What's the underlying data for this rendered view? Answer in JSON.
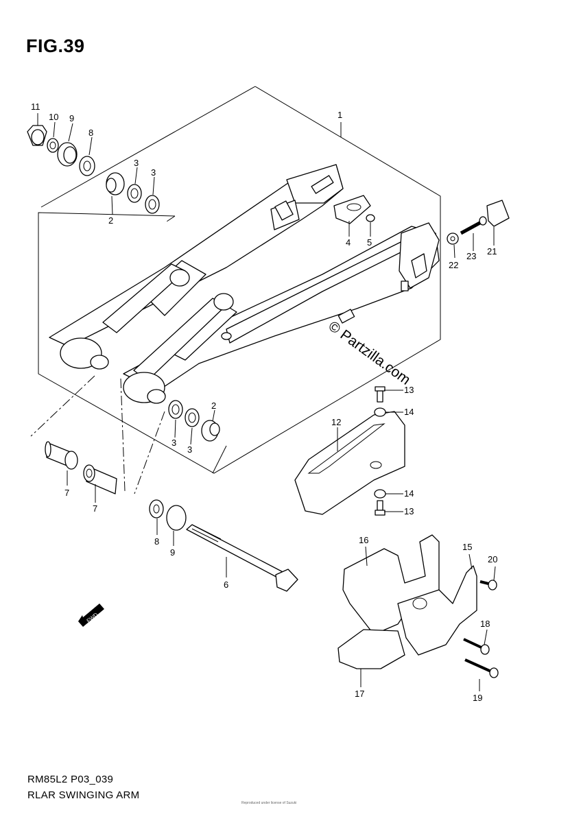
{
  "figure": {
    "title": "FIG.39",
    "model_code": "RM85L2 P03_039",
    "section_title": "RLAR SWINGING ARM",
    "watermark": "© Partzilla.com",
    "fwd_label": "FWD",
    "copyright": "Reproduced under license of Suzuki"
  },
  "callouts": [
    "1",
    "2",
    "2",
    "3",
    "3",
    "3",
    "3",
    "4",
    "5",
    "6",
    "7",
    "7",
    "8",
    "8",
    "9",
    "9",
    "10",
    "11",
    "12",
    "13",
    "13",
    "14",
    "14",
    "15",
    "16",
    "17",
    "18",
    "19",
    "20",
    "21",
    "22",
    "23"
  ]
}
